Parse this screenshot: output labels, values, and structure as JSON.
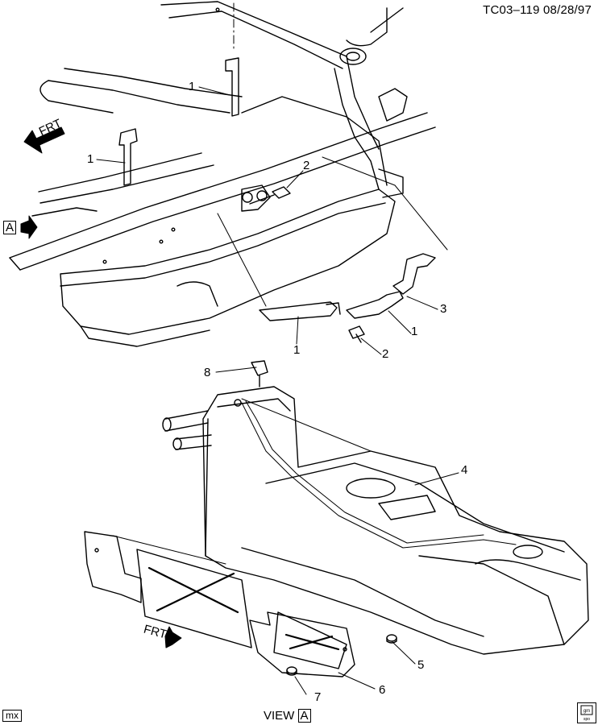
{
  "header": {
    "code": "TC03–119",
    "date": "08/28/97"
  },
  "callouts": {
    "c1a": "1",
    "c1b": "1",
    "c1c": "1",
    "c1d": "1",
    "c2a": "2",
    "c2b": "2",
    "c3": "3",
    "c4": "4",
    "c5": "5",
    "c6": "6",
    "c7": "7",
    "c8": "8"
  },
  "frt_label": "FRT",
  "view_ref": {
    "text": "VIEW",
    "letter": "A"
  },
  "view_marker": "A",
  "corner_code": "mx",
  "logo_text": "gm spo"
}
